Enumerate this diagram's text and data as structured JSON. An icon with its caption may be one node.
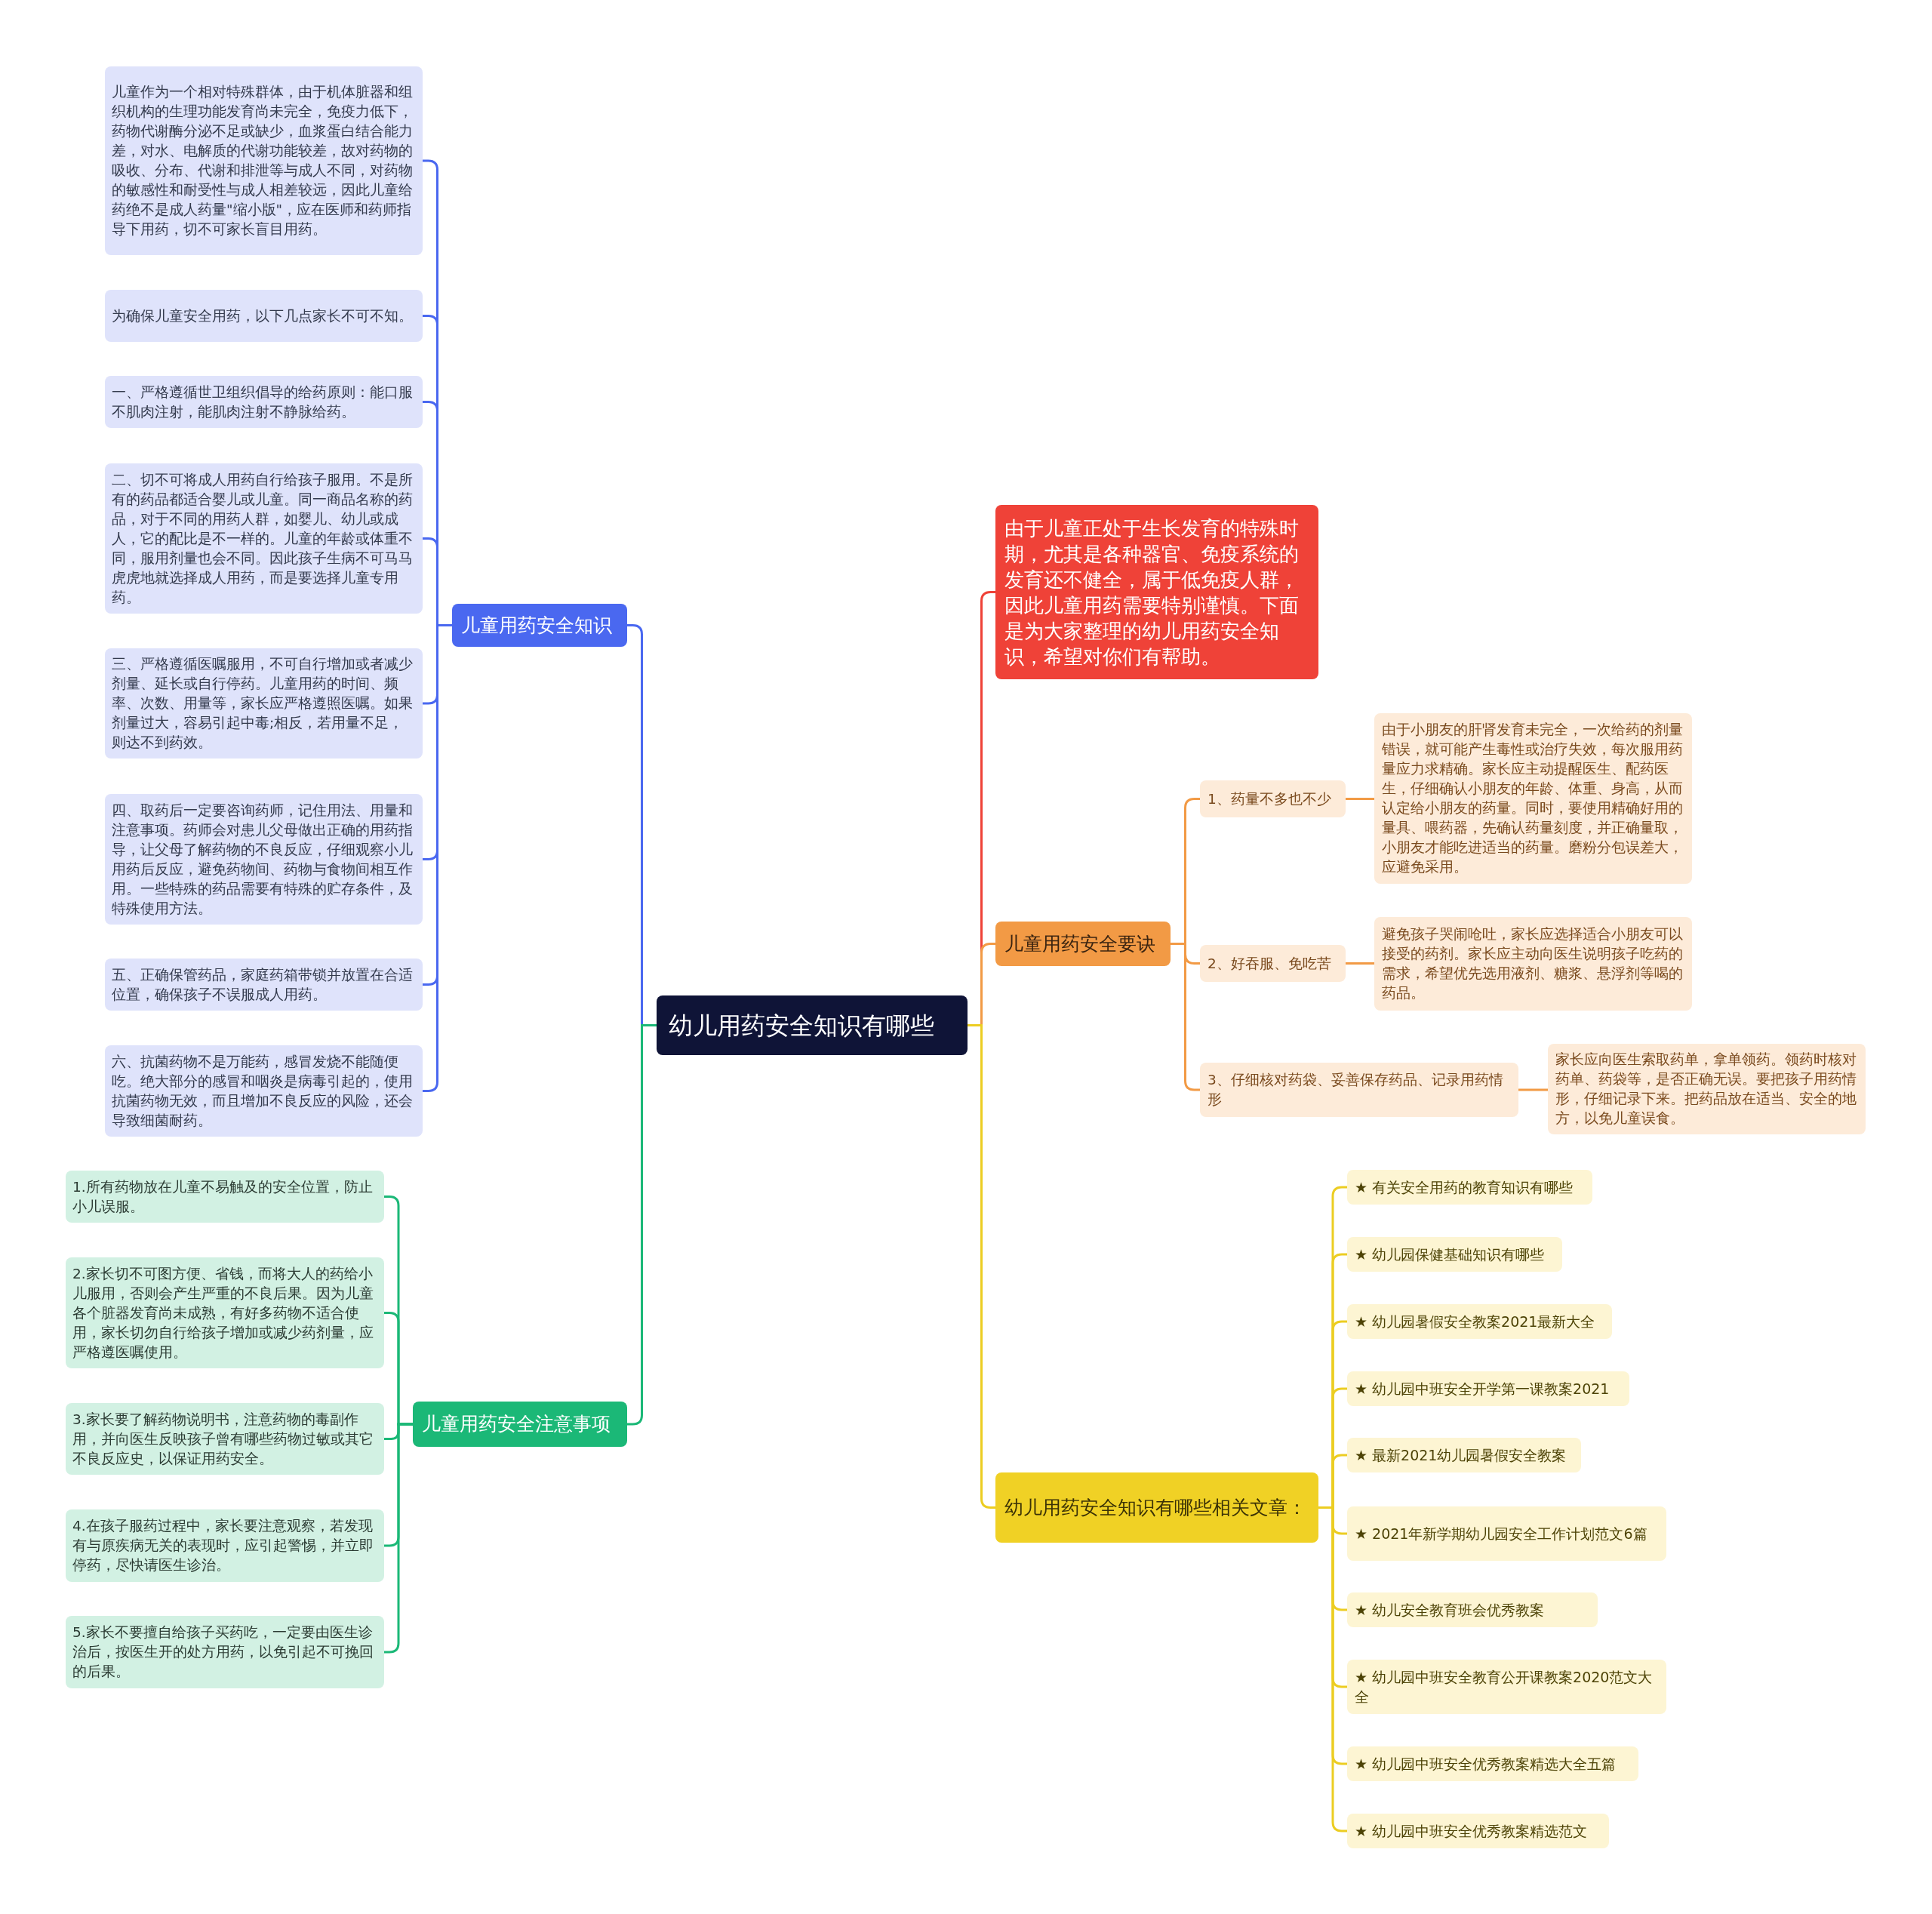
{
  "diagram": {
    "nodes": [
      {
        "text": [
          "幼儿用药安全知识有哪些"
        ]
      },
      {
        "text": [
          "儿童用药安全知识"
        ]
      },
      {
        "text": [
          "儿童作为一个相对特殊群体，由于机体脏器和组织机构的生理功能发育尚未完全，免疫力低下，药物代谢酶分泌不足或缺少，血浆蛋白结合能力差，对水、电解质的代谢功能较差，故对药物的吸收、分布、代谢和排泄等与成人不同，对药物的敏感性和耐受性与成人相差较远，因此儿童给药绝不是成人药量\"缩小版\"，应在医师和药师指导下用药，切不可家长盲目用药。"
        ]
      },
      {
        "text": [
          "为确保儿童安全用药，以下几点家长不可不知。"
        ]
      },
      {
        "text": [
          "一、严格遵循世卫组织倡导的给药原则：能口服不肌肉注射，能肌肉注射不静脉给药。"
        ]
      },
      {
        "text": [
          "二、切不可将成人用药自行给孩子服用。不是所有的药品都适合婴儿或儿童。同一商品名称的药品，对于不同的用药人群，如婴儿、幼儿或成人，它的配比是不一样的。儿童的年龄或体重不同，服用剂量也会不同。因此孩子生病不可马马虎虎地就选择成人用药，而是要选择儿童专用药。"
        ]
      },
      {
        "text": [
          "三、严格遵循医嘱服用，不可自行增加或者减少剂量、延长或自行停药。儿童用药的时间、频率、次数、用量等，家长应严格遵照医嘱。如果剂量过大，容易引起中毒;相反，若用量不足，则达不到药效。"
        ]
      },
      {
        "text": [
          "四、取药后一定要咨询药师，记住用法、用量和注意事项。药师会对患儿父母做出正确的用药指导，让父母了解药物的不良反应，仔细观察小儿用药后反应，避免药物间、药物与食物间相互作用。一些特殊的药品需要有特殊的贮存条件，及特殊使用方法。"
        ]
      },
      {
        "text": [
          "五、正确保管药品，家庭药箱带锁并放置在合适位置，确保孩子不误服成人用药。"
        ]
      },
      {
        "text": [
          "六、抗菌药物不是万能药，感冒发烧不能随便吃。绝大部分的感冒和咽炎是病毒引起的，使用抗菌药物无效，而且增加不良反应的风险，还会导致细菌耐药。"
        ]
      },
      {
        "text": [
          "儿童用药安全注意事项"
        ]
      },
      {
        "text": [
          "1.所有药物放在儿童不易触及的安全位置，防止小儿误服。"
        ]
      },
      {
        "text": [
          "2.家长切不可图方便、省钱，而将大人的药给小儿服用，否则会产生严重的不良后果。因为儿童各个脏器发育尚未成熟，有好多药物不适合使用，家长切勿自行给孩子增加或减少药剂量，应严格遵医嘱使用。"
        ]
      },
      {
        "text": [
          "3.家长要了解药物说明书，注意药物的毒副作用，并向医生反映孩子曾有哪些药物过敏或其它不良反应史，以保证用药安全。"
        ]
      },
      {
        "text": [
          "4.在孩子服药过程中，家长要注意观察，若发现有与原疾病无关的表现时，应引起警惕，并立即停药，尽快请医生诊治。"
        ]
      },
      {
        "text": [
          "5.家长不要擅自给孩子买药吃，一定要由医生诊治后，按医生开的处方用药，以免引起不可挽回的后果。"
        ]
      },
      {
        "text": [
          "由于儿童正处于生长发育的特殊时期，尤其是各种器官、免疫系统的发育还不健全，属于低免疫人群，因此儿童用药需要特别谨慎。下面是为大家整理的幼儿用药安全知识，希望对你们有帮助。"
        ]
      },
      {
        "text": [
          "儿童用药安全要诀"
        ]
      },
      {
        "text": [
          "1、药量不多也不少"
        ]
      },
      {
        "text": [
          "由于小朋友的肝肾发育未完全，一次给药的剂量错误，就可能产生毒性或治疗失效，每次服用药量应力求精确。家长应主动提醒医生、配药医生，仔细确认小朋友的年龄、体重、身高，从而认定给小朋友的药量。同时，要使用精确好用的量具、喂药器，先确认药量刻度，并正确量取，小朋友才能吃进适当的药量。磨粉分包误差大，应避免采用。"
        ]
      },
      {
        "text": [
          "2、好吞服、免吃苦"
        ]
      },
      {
        "text": [
          "避免孩子哭闹呛吐，家长应选择适合小朋友可以接受的药剂。家长应主动向医生说明孩子吃药的需求，希望优先选用液剂、糖浆、悬浮剂等喝的药品。"
        ]
      },
      {
        "text": [
          "3、仔细核对药袋、妥善保存药品、记录用药情形"
        ]
      },
      {
        "text": [
          "家长应向医生索取药单，拿单领药。领药时核对药单、药袋等，是否正确无误。要把孩子用药情形，仔细记录下来。把药品放在适当、安全的地方，以免儿童误食。"
        ]
      },
      {
        "text": [
          "幼儿用药安全知识有哪些相关文章："
        ]
      },
      {
        "text": [
          "★ 有关安全用药的教育知识有哪些"
        ]
      },
      {
        "text": [
          "★ 幼儿园保健基础知识有哪些"
        ]
      },
      {
        "text": [
          "★ 幼儿园暑假安全教案2021最新大全"
        ]
      },
      {
        "text": [
          "★ 幼儿园中班安全开学第一课教案2021"
        ]
      },
      {
        "text": [
          "★ 最新2021幼儿园暑假安全教案"
        ]
      },
      {
        "text": [
          "★ 2021年新学期幼儿园安全工作计划范文6篇"
        ]
      },
      {
        "text": [
          "★ 幼儿安全教育班会优秀教案"
        ]
      },
      {
        "text": [
          "★ 幼儿园中班安全教育公开课教案2020范文大全"
        ]
      },
      {
        "text": [
          "★ 幼儿园中班安全优秀教案精选大全五篇"
        ]
      },
      {
        "text": [
          "★ 幼儿园中班安全优秀教案精选范文"
        ]
      }
    ],
    "edges": [
      {
        "from": 0,
        "to": 1,
        "arrow": "none",
        "color": "#4a68f0"
      },
      {
        "from": 1,
        "to": 2,
        "arrow": "none",
        "color": "#4a68f0"
      },
      {
        "from": 1,
        "to": 3,
        "arrow": "none",
        "color": "#4a68f0"
      },
      {
        "from": 1,
        "to": 4,
        "arrow": "none",
        "color": "#4a68f0"
      },
      {
        "from": 1,
        "to": 5,
        "arrow": "none",
        "color": "#4a68f0"
      },
      {
        "from": 1,
        "to": 6,
        "arrow": "none",
        "color": "#4a68f0"
      },
      {
        "from": 1,
        "to": 7,
        "arrow": "none",
        "color": "#4a68f0"
      },
      {
        "from": 1,
        "to": 8,
        "arrow": "none",
        "color": "#4a68f0"
      },
      {
        "from": 1,
        "to": 9,
        "arrow": "none",
        "color": "#4a68f0"
      },
      {
        "from": 0,
        "to": 10,
        "arrow": "none",
        "color": "#1bb877"
      },
      {
        "from": 10,
        "to": 11,
        "arrow": "none",
        "color": "#1bb877"
      },
      {
        "from": 10,
        "to": 12,
        "arrow": "none",
        "color": "#1bb877"
      },
      {
        "from": 10,
        "to": 13,
        "arrow": "none",
        "color": "#1bb877"
      },
      {
        "from": 10,
        "to": 14,
        "arrow": "none",
        "color": "#1bb877"
      },
      {
        "from": 10,
        "to": 15,
        "arrow": "none",
        "color": "#1bb877"
      },
      {
        "from": 0,
        "to": 16,
        "arrow": "none",
        "color": "#ef4238"
      },
      {
        "from": 0,
        "to": 17,
        "arrow": "none",
        "color": "#f29a45"
      },
      {
        "from": 17,
        "to": 18,
        "arrow": "none",
        "color": "#f29a45"
      },
      {
        "from": 18,
        "to": 19,
        "arrow": "none",
        "color": "#f29a45"
      },
      {
        "from": 17,
        "to": 20,
        "arrow": "none",
        "color": "#f29a45"
      },
      {
        "from": 20,
        "to": 21,
        "arrow": "none",
        "color": "#f29a45"
      },
      {
        "from": 17,
        "to": 22,
        "arrow": "none",
        "color": "#f29a45"
      },
      {
        "from": 22,
        "to": 23,
        "arrow": "none",
        "color": "#f29a45"
      },
      {
        "from": 0,
        "to": 24,
        "arrow": "none",
        "color": "#eccd22"
      },
      {
        "from": 24,
        "to": 25,
        "arrow": "none",
        "color": "#eccd22"
      },
      {
        "from": 24,
        "to": 26,
        "arrow": "none",
        "color": "#eccd22"
      },
      {
        "from": 24,
        "to": 27,
        "arrow": "none",
        "color": "#eccd22"
      },
      {
        "from": 24,
        "to": 28,
        "arrow": "none",
        "color": "#eccd22"
      },
      {
        "from": 24,
        "to": 29,
        "arrow": "none",
        "color": "#eccd22"
      },
      {
        "from": 24,
        "to": 30,
        "arrow": "none",
        "color": "#eccd22"
      },
      {
        "from": 24,
        "to": 31,
        "arrow": "none",
        "color": "#eccd22"
      },
      {
        "from": 24,
        "to": 32,
        "arrow": "none",
        "color": "#eccd22"
      },
      {
        "from": 24,
        "to": 33,
        "arrow": "none",
        "color": "#eccd22"
      },
      {
        "from": 24,
        "to": 34,
        "arrow": "none",
        "color": "#eccd22"
      }
    ]
  }
}
